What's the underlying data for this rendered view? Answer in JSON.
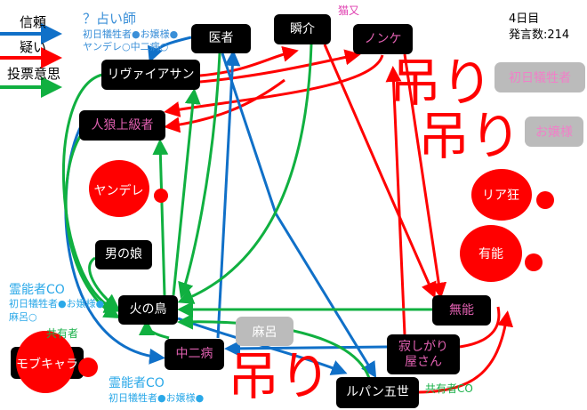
{
  "legend": {
    "trust": "信頼",
    "doubt": "疑い",
    "vote": "投票意思"
  },
  "colors": {
    "trust": "#1070c8",
    "doubt": "#ff0000",
    "vote": "#10b040"
  },
  "info": {
    "day": "4日目",
    "post_count": "発言数:214"
  },
  "seer": {
    "title": "？占い師",
    "line1": "初日犠牲者●お嬢様●",
    "line2": "ヤンデレ○中二病○"
  },
  "medium1": {
    "title": "霊能者CO",
    "line1": "初日犠牲者●お嬢様●",
    "line2": "麻呂○"
  },
  "medium2": {
    "title": "霊能者CO",
    "line1": "初日犠牲者●お嬢様●"
  },
  "sharer_label": "共有者",
  "sharer_co_label": "共有者CO",
  "cat_label": "猫又",
  "hang_label": "吊り",
  "nodes": {
    "doctor": "医者",
    "shunsuke": "瞬介",
    "nonke": "ノンケ",
    "leviathan": "リヴァイアサン",
    "wolf_expert": "人狼上級者",
    "otoko_no_ko": "男の娘",
    "hinotori": "火の鳥",
    "chuunibyou": "中二病",
    "lupin": "ルパン五世",
    "sabishigari": "寂しがり屋さん",
    "munou": "無能"
  },
  "dead": {
    "first_victim": "初日犠牲者",
    "ojousama": "お嬢様",
    "yandere": "ヤンデレ",
    "riajuu": "リア狂",
    "yuunou": "有能",
    "mobchara": "モブキャラ",
    "maro": "麻呂"
  }
}
